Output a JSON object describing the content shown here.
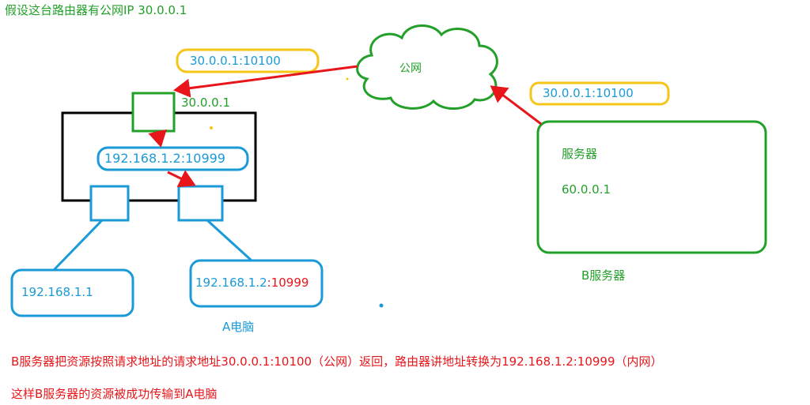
{
  "header": {
    "assumption": "假设这台路由器有公网IP  30.0.0.1"
  },
  "internet": {
    "cloud_label": "公网"
  },
  "router": {
    "public_ip": "30.0.0.1",
    "incoming_request": "30.0.0.1:10100",
    "translated_address": "192.168.1.2:10999"
  },
  "b_server": {
    "title": "服务器",
    "ip": "60.0.0.1",
    "outgoing_request": "30.0.0.1:10100",
    "caption": "B服务器"
  },
  "lan": {
    "host1_ip": "192.168.1.1",
    "host2_ip": "192.168.1.2",
    "host2_port": ":10999",
    "host2_caption": "A电脑"
  },
  "notes": {
    "line1": "B服务器把资源按照请求地址的请求地址30.0.0.1:10100（公网）返回，路由器讲地址转换为192.168.1.2:10999（内网）",
    "line2": "这样B服务器的资源被成功传输到A电脑"
  },
  "colors": {
    "green": "#22a02a",
    "blue": "#1a9ad6",
    "red": "#e8161a",
    "yellow": "#f5c518",
    "black": "#000000"
  }
}
